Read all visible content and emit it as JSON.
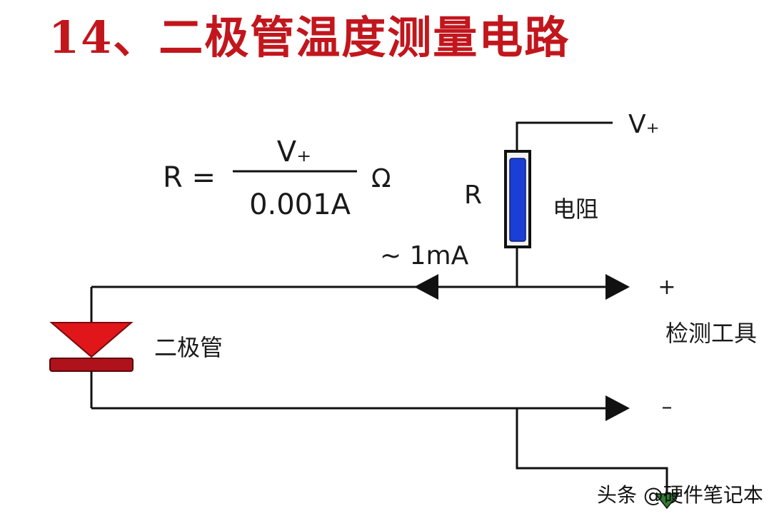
{
  "title": "14、二极管温度测量电路",
  "formula": {
    "lhs": "R =",
    "numerator": "V₊",
    "denominator": "0.001A",
    "unit": "Ω"
  },
  "labels": {
    "supply": "V₊",
    "resistor_symbol": "R",
    "resistor_name": "电阻",
    "current": "~ 1mA",
    "diode_name": "二极管",
    "plus_terminal": "+",
    "minus_terminal": "–",
    "instrument": "检测工具"
  },
  "watermark": "头条 @硬件笔记本",
  "colors": {
    "title": "#c2161d",
    "diode": "#e0161a",
    "diode_bar": "#b0121c",
    "resistor": "#1a3fd6",
    "wire": "#111111"
  }
}
